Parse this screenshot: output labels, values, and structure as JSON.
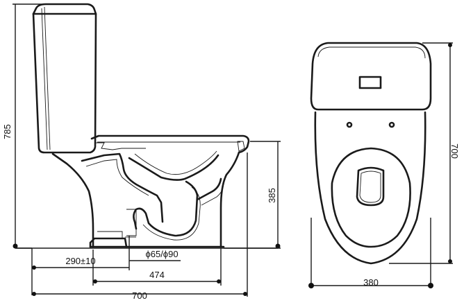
{
  "dimensions": {
    "total_height": "785",
    "bowl_height": "385",
    "length_side": "700",
    "length_top": "700",
    "outlet_offset": "290±10",
    "outlet_diameter": "ϕ65/ϕ90",
    "bowl_length": "474",
    "width": "380"
  }
}
